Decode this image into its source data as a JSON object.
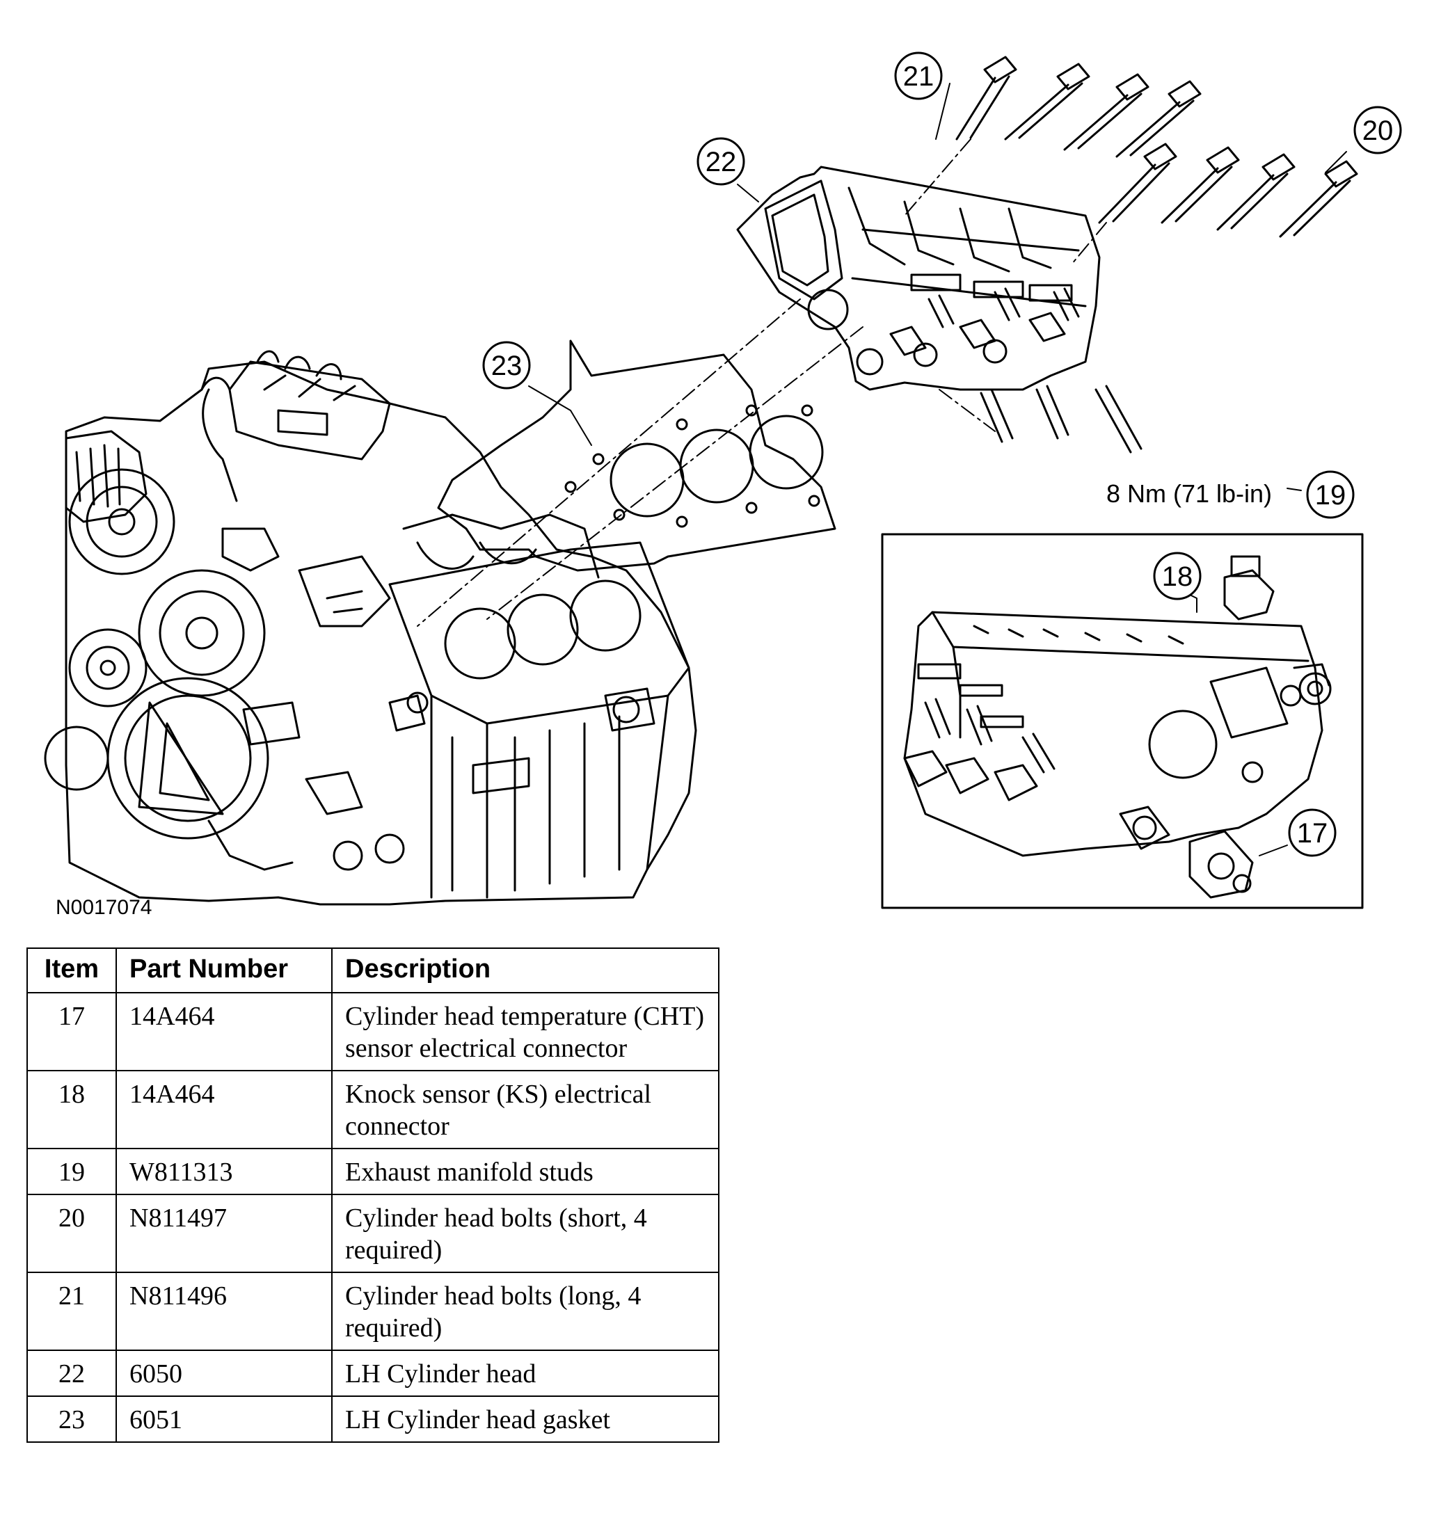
{
  "figure_id": "N0017074",
  "torque_spec": "8 Nm (71 lb-in)",
  "callouts": [
    {
      "number": "17"
    },
    {
      "number": "18"
    },
    {
      "number": "19"
    },
    {
      "number": "20"
    },
    {
      "number": "21"
    },
    {
      "number": "22"
    },
    {
      "number": "23"
    }
  ],
  "table": {
    "headers": {
      "item": "Item",
      "part_number": "Part Number",
      "description": "Description"
    },
    "rows": [
      {
        "item": "17",
        "part_number": "14A464",
        "description": "Cylinder head temperature (CHT) sensor electrical connector"
      },
      {
        "item": "18",
        "part_number": "14A464",
        "description": "Knock sensor (KS) electrical connector"
      },
      {
        "item": "19",
        "part_number": "W811313",
        "description": "Exhaust manifold studs"
      },
      {
        "item": "20",
        "part_number": "N811497",
        "description": "Cylinder head bolts (short, 4 required)"
      },
      {
        "item": "21",
        "part_number": "N811496",
        "description": "Cylinder head bolts (long, 4 required)"
      },
      {
        "item": "22",
        "part_number": "6050",
        "description": "LH Cylinder head"
      },
      {
        "item": "23",
        "part_number": "6051",
        "description": "LH Cylinder head gasket"
      }
    ]
  }
}
